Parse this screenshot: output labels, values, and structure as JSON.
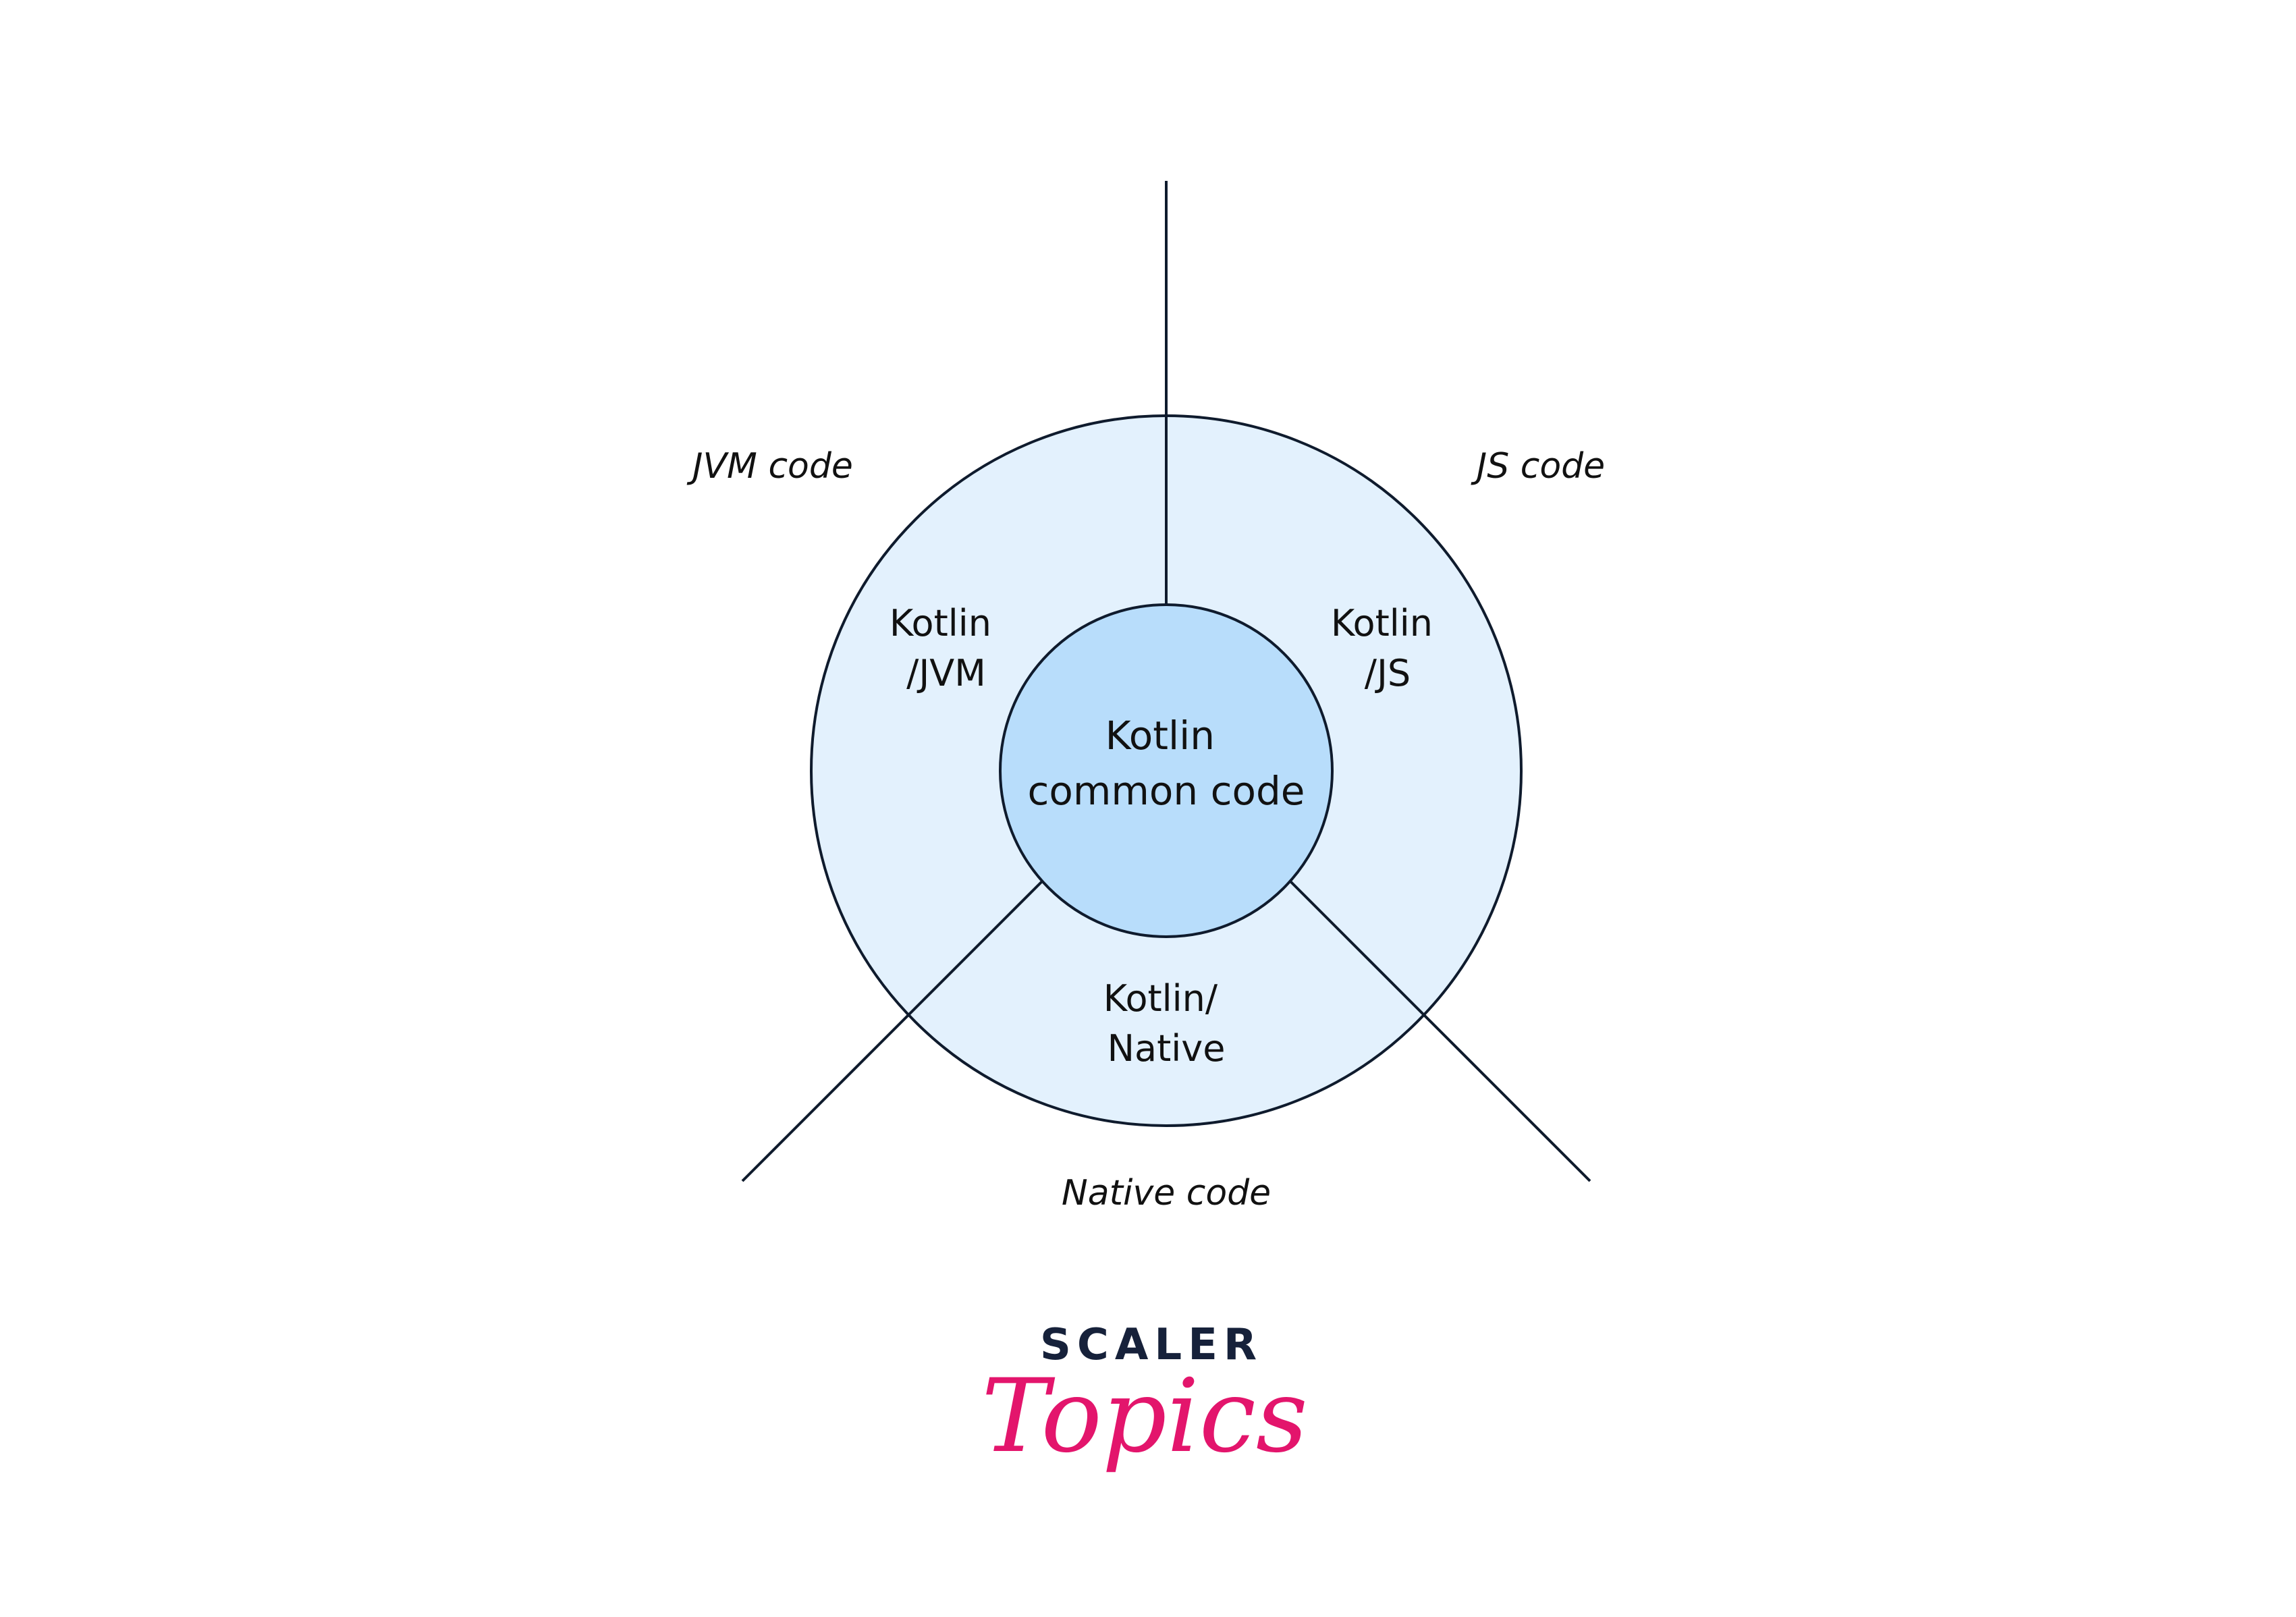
{
  "diagram": {
    "core": {
      "line1": "Kotlin",
      "line2": "common code"
    },
    "segments": {
      "jvm": {
        "line1": "Kotlin",
        "line2": "/JVM"
      },
      "js": {
        "line1": "Kotlin",
        "line2": "/JS"
      },
      "native": {
        "line1": "Kotlin/",
        "line2": "Native"
      }
    },
    "outer_labels": {
      "jvm": "JVM code",
      "js": "JS code",
      "native": "Native code"
    }
  },
  "logo": {
    "brand": "SCALER",
    "subbrand": "Topics"
  },
  "colors": {
    "outer_fill": "#e3f1fd",
    "core_fill": "#b8ddfb",
    "stroke": "#0f1b2d",
    "brand_dark": "#16213a",
    "brand_pink": "#e3156c"
  }
}
